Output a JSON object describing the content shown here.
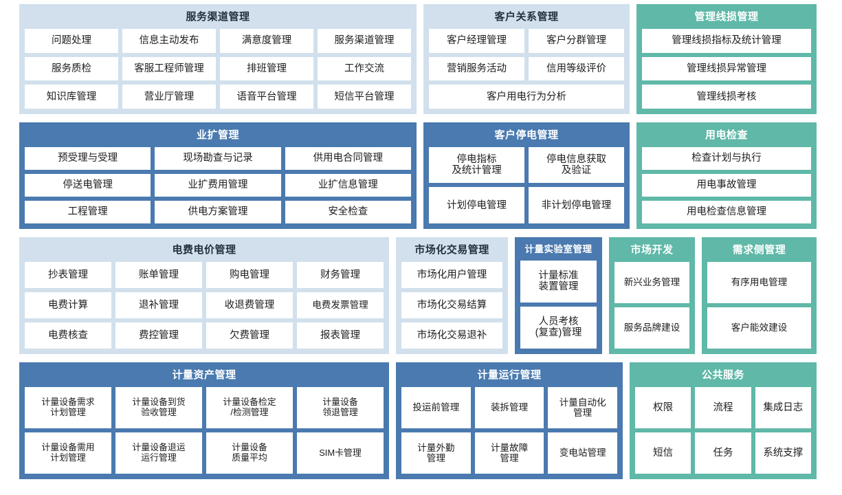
{
  "colors": {
    "light_blue": "#d1e0ec",
    "blue": "#4a7aaf",
    "teal": "#5fb8a8",
    "white": "#ffffff",
    "text_dark": "#1d1d1d"
  },
  "rows": [
    {
      "panels": [
        {
          "title": "服务渠道管理",
          "theme": "lightblue",
          "cells": [
            [
              "问题处理",
              "信息主动发布",
              "满意度管理",
              "服务渠道管理"
            ],
            [
              "服务质检",
              "客服工程师管理",
              "排班管理",
              "工作交流"
            ],
            [
              "知识库管理",
              "营业厅管理",
              "语音平台管理",
              "短信平台管理"
            ]
          ]
        },
        {
          "title": "客户关系管理",
          "theme": "lightblue",
          "cells": [
            [
              "客户经理管理",
              "客户分群管理"
            ],
            [
              "营销服务活动",
              "信用等级评价"
            ],
            [
              "客户用电行为分析"
            ]
          ]
        },
        {
          "title": "管理线损管理",
          "theme": "teal",
          "cells": [
            [
              "管理线损指标及统计管理"
            ],
            [
              "管理线损异常管理"
            ],
            [
              "管理线损考核"
            ]
          ]
        }
      ]
    },
    {
      "panels": [
        {
          "title": "业扩管理",
          "theme": "blue",
          "cells": [
            [
              "预受理与受理",
              "现场勘查与记录",
              "供用电合同管理"
            ],
            [
              "停送电管理",
              "业扩费用管理",
              "业扩信息管理"
            ],
            [
              "工程管理",
              "供电方案管理",
              "安全检查"
            ]
          ]
        },
        {
          "title": "客户停电管理",
          "theme": "blue",
          "cells": [
            [
              "停电指标\n及统计管理",
              "停电信息获取\n及验证"
            ],
            [
              "计划停电管理",
              "非计划停电管理"
            ]
          ]
        },
        {
          "title": "用电检查",
          "theme": "teal",
          "cells": [
            [
              "检查计划与执行"
            ],
            [
              "用电事故管理"
            ],
            [
              "用电检查信息管理"
            ]
          ]
        }
      ]
    },
    {
      "panels": [
        {
          "title": "电费电价管理",
          "theme": "lightblue",
          "cells": [
            [
              "抄表管理",
              "账单管理",
              "购电管理",
              "财务管理"
            ],
            [
              "电费计算",
              "退补管理",
              "收退费管理",
              "电费发票管理"
            ],
            [
              "电费核查",
              "费控管理",
              "欠费管理",
              "报表管理"
            ]
          ]
        },
        {
          "title": "市场化交易管理",
          "theme": "lightblue",
          "cells": [
            [
              "市场化用户管理"
            ],
            [
              "市场化交易结算"
            ],
            [
              "市场化交易退补"
            ]
          ]
        },
        {
          "title": "计量实验室管理",
          "theme": "blue",
          "cells": [
            [
              "计量标准\n装置管理"
            ],
            [
              "人员考核\n(复查)管理"
            ]
          ]
        },
        {
          "title": "市场开发",
          "theme": "teal",
          "cells": [
            [
              "新兴业务管理"
            ],
            [
              "服务品牌建设"
            ]
          ]
        },
        {
          "title": "需求侧管理",
          "theme": "teal",
          "cells": [
            [
              "有序用电管理"
            ],
            [
              "客户能效建设"
            ]
          ]
        }
      ]
    },
    {
      "panels": [
        {
          "title": "计量资产管理",
          "theme": "blue",
          "cells": [
            [
              "计量设备需求\n计划管理",
              "计量设备到货\n验收管理",
              "计量设备检定\n/检测管理",
              "计量设备\n领退管理"
            ],
            [
              "计量设备需用\n计划管理",
              "计量设备退运\n运行管理",
              "计量设备\n质量平均",
              "SIM卡管理"
            ]
          ]
        },
        {
          "title": "计量运行管理",
          "theme": "blue",
          "cells": [
            [
              "投运前管理",
              "装拆管理",
              "计量自动化\n管理"
            ],
            [
              "计量外勤\n管理",
              "计量故障\n管理",
              "变电站管理"
            ]
          ]
        },
        {
          "title": "公共服务",
          "theme": "teal",
          "cells": [
            [
              "权限",
              "流程",
              "集成日志"
            ],
            [
              "短信",
              "任务",
              "系统支撑"
            ]
          ]
        }
      ]
    }
  ]
}
